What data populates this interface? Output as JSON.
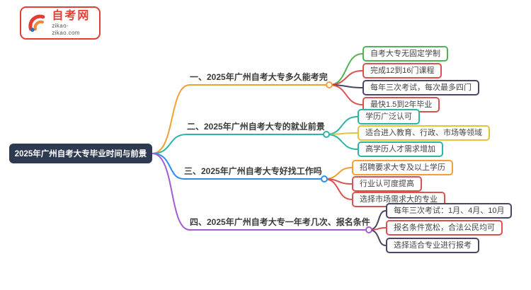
{
  "site": {
    "name": "自考网",
    "domain": "zikao-zikao.com"
  },
  "palette": {
    "brand_red": "#e23e31",
    "brand_orange": "#f0883a",
    "brand_blue": "#2d6fc0",
    "root_navy": "#2e3a50",
    "orange": "#f0a035",
    "teal": "#2cb5a5",
    "blue": "#2d8cf0",
    "purple": "#a55bd0",
    "green": "#53b156",
    "red": "#d9534f",
    "yellow": "#e3c23e",
    "dark": "#4a4663"
  },
  "map": {
    "root": "2025年广州自考大专毕业时间与前景",
    "branches": [
      {
        "label": "一、2025年广州自考大专多久能考完",
        "color": "#f0a035",
        "leaves": [
          {
            "label": "自考大专无固定学制",
            "color": "#53b156"
          },
          {
            "label": "完成12到16门课程",
            "color": "#d9534f"
          },
          {
            "label": "每年三次考试，每次最多四门",
            "color": "#4a4663"
          },
          {
            "label": "最快1.5到2年毕业",
            "color": "#d9534f"
          }
        ]
      },
      {
        "label": "二、2025年广州自考大专的就业前景",
        "color": "#2cb5a5",
        "leaves": [
          {
            "label": "学历广泛认可",
            "color": "#2cb5a5"
          },
          {
            "label": "适合进入教育、行政、市场等领域",
            "color": "#e3c23e"
          },
          {
            "label": "高学历人才需求增加",
            "color": "#2cb5a5"
          }
        ]
      },
      {
        "label": "三、2025年广州自考大专好找工作吗",
        "color": "#2d8cf0",
        "leaves": [
          {
            "label": "招聘要求大专及以上学历",
            "color": "#f0a035"
          },
          {
            "label": "行业认可度提高",
            "color": "#d9534f"
          },
          {
            "label": "选择市场需求大的专业",
            "color": "#d9534f"
          }
        ]
      },
      {
        "label": "四、2025年广州自考大专一年考几次、报名条件",
        "color": "#a55bd0",
        "leaves": [
          {
            "label": "每年三次考试：1月、4月、10月",
            "color": "#4a4663"
          },
          {
            "label": "报名条件宽松，合法公民均可",
            "color": "#d9534f"
          },
          {
            "label": "选择适合专业进行报考",
            "color": "#4a4663"
          }
        ]
      }
    ]
  }
}
